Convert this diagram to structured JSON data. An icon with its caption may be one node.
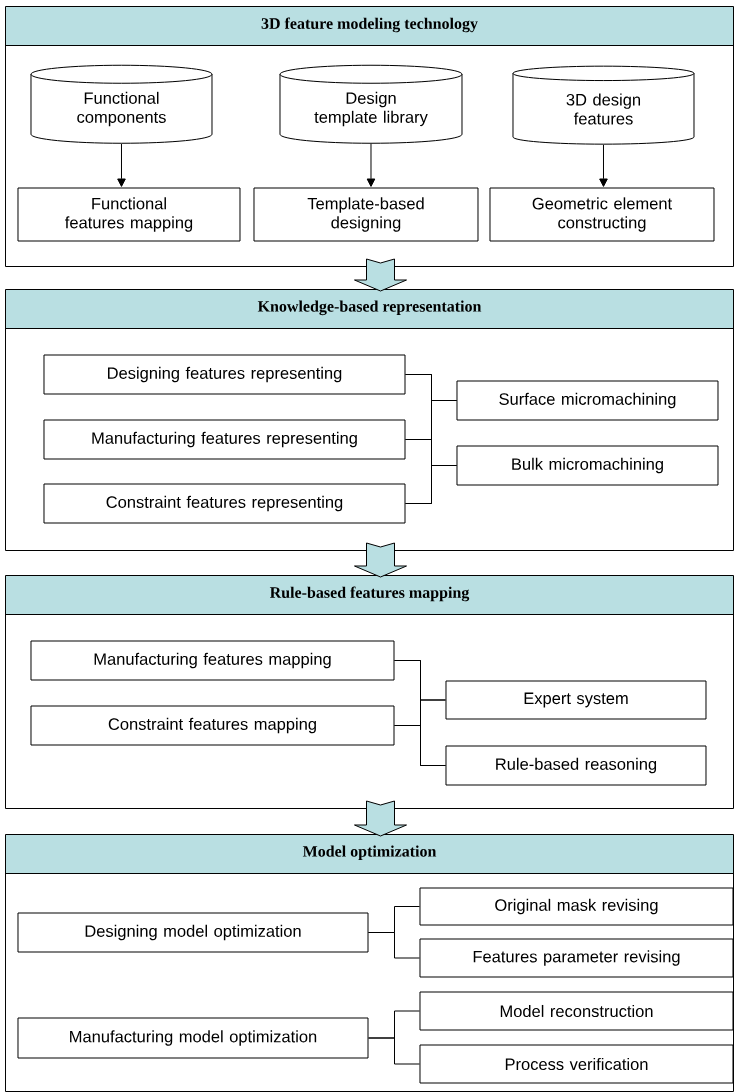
{
  "diagram": {
    "nodes": [
      {
        "text": [
          "3D feature modeling technology"
        ]
      },
      {
        "text": [
          "Functional components"
        ],
        "in": 0
      },
      {
        "text": [
          "Design template library"
        ],
        "in": 0
      },
      {
        "text": [
          "3D design features"
        ],
        "in": 0
      },
      {
        "text": [
          "Functional features mapping"
        ],
        "in": 0
      },
      {
        "text": [
          "Template-based designing"
        ],
        "in": 0
      },
      {
        "text": [
          "Geometric element constructing"
        ],
        "in": 0
      },
      {
        "text": [
          "Knowledge-based representation"
        ]
      },
      {
        "text": [
          "Designing features representing"
        ],
        "in": 7
      },
      {
        "text": [
          "Manufacturing features representing"
        ],
        "in": 7
      },
      {
        "text": [
          "Constraint features representing"
        ],
        "in": 7
      },
      {
        "text": [
          "Surface micromachining"
        ],
        "in": 7
      },
      {
        "text": [
          "Bulk micromachining"
        ],
        "in": 7
      },
      {
        "text": [
          "Rule-based features mapping"
        ]
      },
      {
        "text": [
          "Manufacturing features mapping"
        ],
        "in": 13
      },
      {
        "text": [
          "Constraint features mapping"
        ],
        "in": 13
      },
      {
        "text": [
          "Expert system"
        ],
        "in": 13
      },
      {
        "text": [
          "Rule-based reasoning"
        ],
        "in": 13
      },
      {
        "text": [
          "Model optimization"
        ]
      },
      {
        "text": [
          "Designing model optimization"
        ],
        "in": 18
      },
      {
        "text": [
          "Manufacturing model optimization"
        ],
        "in": 18
      },
      {
        "text": [
          "Original mask revising"
        ],
        "in": 18
      },
      {
        "text": [
          "Features parameter revising"
        ],
        "in": 18
      },
      {
        "text": [
          "Model reconstruction"
        ],
        "in": 18
      },
      {
        "text": [
          "Process verification"
        ],
        "in": 18
      }
    ],
    "edges": [
      {
        "from": 1,
        "to": 4,
        "arrow": "to"
      },
      {
        "from": 2,
        "to": 5,
        "arrow": "to"
      },
      {
        "from": 3,
        "to": 6,
        "arrow": "to"
      },
      {
        "from": 0,
        "to": 7,
        "arrow": "to",
        "style": "thick"
      },
      {
        "from": 8,
        "to": 11,
        "arrow": "none"
      },
      {
        "from": 8,
        "to": 12,
        "arrow": "none"
      },
      {
        "from": 9,
        "to": 11,
        "arrow": "none"
      },
      {
        "from": 9,
        "to": 12,
        "arrow": "none"
      },
      {
        "from": 10,
        "to": 11,
        "arrow": "none"
      },
      {
        "from": 10,
        "to": 12,
        "arrow": "none"
      },
      {
        "from": 7,
        "to": 13,
        "arrow": "to",
        "style": "thick"
      },
      {
        "from": 14,
        "to": 16,
        "arrow": "none"
      },
      {
        "from": 14,
        "to": 17,
        "arrow": "none"
      },
      {
        "from": 15,
        "to": 16,
        "arrow": "none"
      },
      {
        "from": 15,
        "to": 17,
        "arrow": "none"
      },
      {
        "from": 13,
        "to": 18,
        "arrow": "to",
        "style": "thick"
      },
      {
        "from": 19,
        "to": 21,
        "arrow": "none"
      },
      {
        "from": 19,
        "to": 22,
        "arrow": "none"
      },
      {
        "from": 20,
        "to": 23,
        "arrow": "none"
      },
      {
        "from": 20,
        "to": 24,
        "arrow": "none"
      }
    ]
  }
}
